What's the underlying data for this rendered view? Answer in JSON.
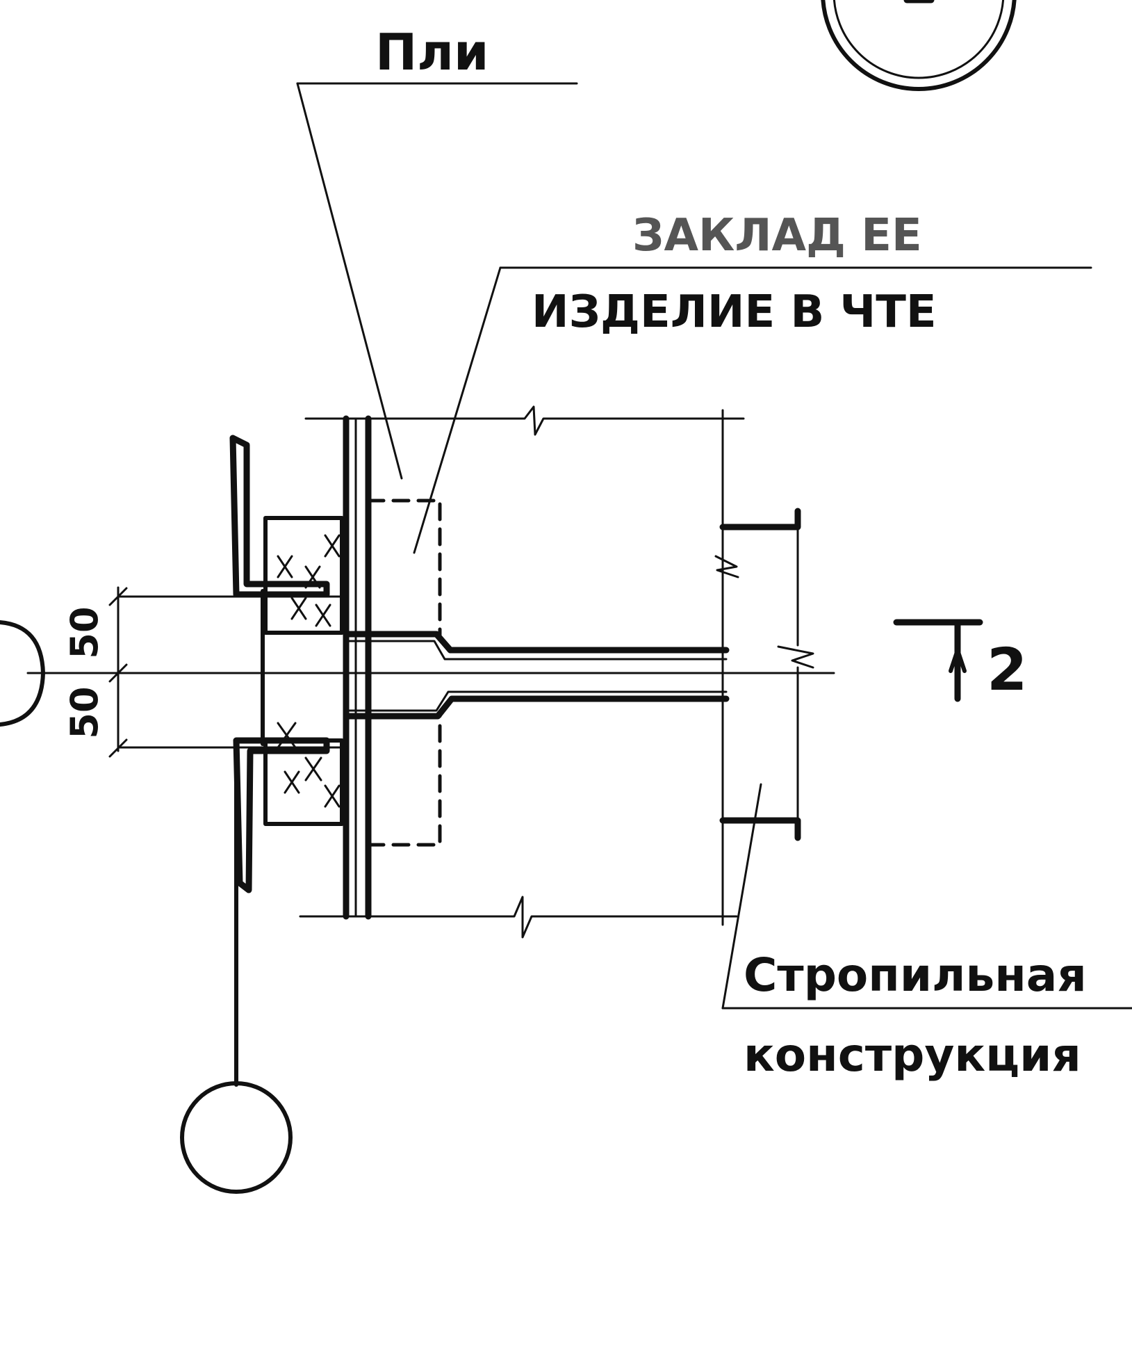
{
  "labels": {
    "top_callout": "Пли",
    "embedded_part_line1": "ЗАКЛАД ЕЕ",
    "embedded_part_line2": "ИЗДЕЛИЕ В ЧТЕ",
    "rafter_line1": "Стропильная",
    "rafter_line2": "конструкция",
    "section_mark": "2"
  },
  "dimensions": {
    "upper": "50",
    "lower": "50"
  },
  "colors": {
    "ink": "#111111",
    "paper": "#ffffff"
  }
}
